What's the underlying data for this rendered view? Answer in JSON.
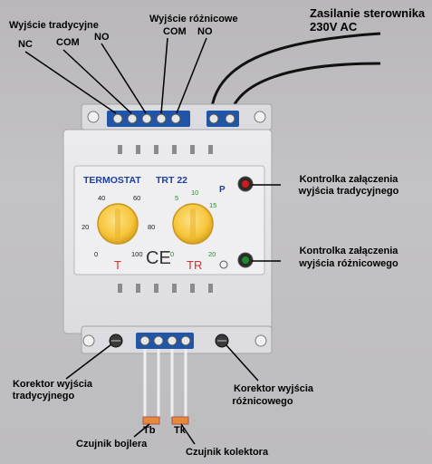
{
  "labels": {
    "traditional_output": "Wyjście tradycyjne",
    "nc": "NC",
    "com": "COM",
    "no": "NO",
    "differential_output": "Wyjście różnicowe",
    "diff_com": "COM",
    "diff_no": "NO",
    "power_line1": "Zasilanie sterownika",
    "power_line2": "230V AC",
    "led_traditional_line1": "Kontrolka załączenia",
    "led_traditional_line2": "wyjścia tradycyjnego",
    "led_differential_line1": "Kontrolka załączenia",
    "led_differential_line2": "wyjścia różnicowego",
    "corrector_traditional_line1": "Korektor wyjścia",
    "corrector_traditional_line2": "tradycyjnego",
    "corrector_differential_line1": "Korektor wyjścia",
    "corrector_differential_line2": "różnicowego",
    "sensor_tb": "Tb",
    "sensor_tk": "Tk",
    "boiler_sensor": "Czujnik bojlera",
    "collector_sensor": "Czujnik kolektora"
  },
  "device": {
    "brand": "TERMOSTAT",
    "model": "TRT 22",
    "power_mark": "P",
    "ce_mark": "CE",
    "knob_t": {
      "letter": "T",
      "ticks": [
        "0",
        "20",
        "40",
        "60",
        "80",
        "100"
      ]
    },
    "knob_tr": {
      "letter": "TR",
      "ticks": [
        "0",
        "5",
        "10",
        "15",
        "20"
      ]
    }
  },
  "colors": {
    "device_body": "#e7e6e8",
    "knob_yellow": "#f6c53a",
    "brand_blue": "#1f3fa0",
    "t_red": "#d43030",
    "tr_green": "#2a8a2a",
    "terminal_blue": "#1f56a8",
    "led_red": "#d41a1a",
    "led_green": "#1f8a2a",
    "sensor_orange": "#e8883a"
  }
}
